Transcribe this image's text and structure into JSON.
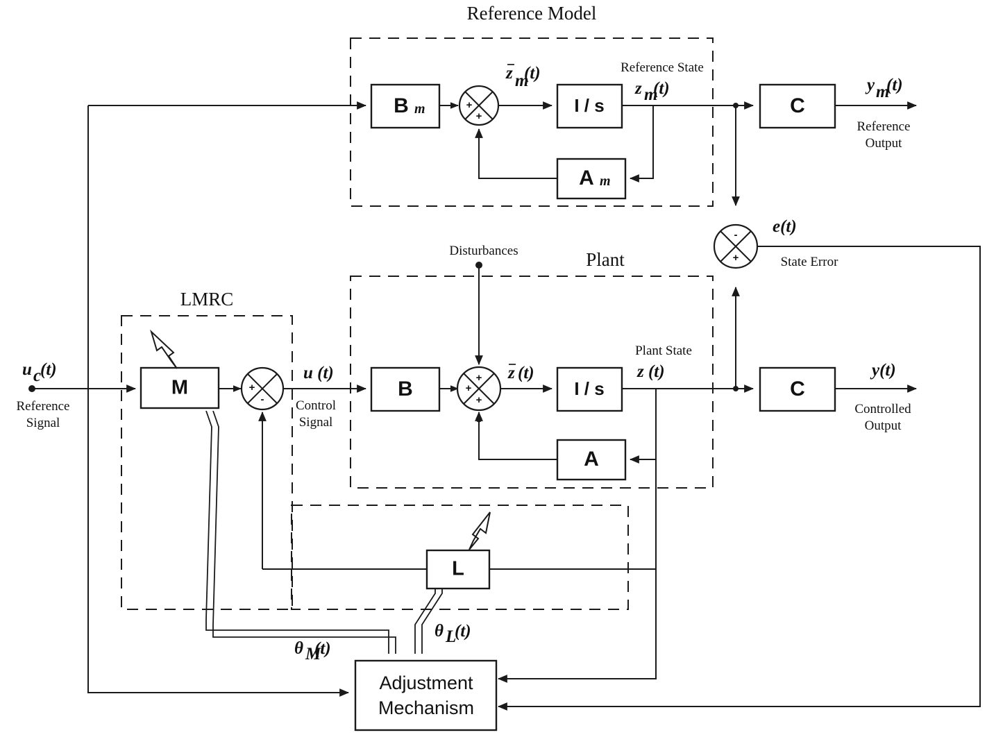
{
  "diagram": {
    "title": "Learning Model Reference Control block diagram",
    "groups": {
      "reference_model": "Reference Model",
      "plant": "Plant",
      "lmrc": "LMRC"
    },
    "blocks": {
      "bm": {
        "main": "B",
        "sub": "m"
      },
      "integrator_ref": "I / s",
      "am": {
        "main": "A",
        "sub": "m"
      },
      "c_ref": "C",
      "m": "M",
      "b": "B",
      "integrator_plant": "I / s",
      "a": "A",
      "c_plant": "C",
      "l": "L",
      "adjustment_line1": "Adjustment",
      "adjustment_line2": "Mechanism"
    },
    "signals": {
      "uc": {
        "math": "u",
        "sub": "c",
        "paren": "(t)",
        "desc_line1": "Reference",
        "desc_line2": "Signal"
      },
      "zmdot": {
        "math": "z",
        "sub": "m",
        "paren": "(t)",
        "dot": true
      },
      "zm": {
        "math": "z",
        "sub": "m",
        "paren": "(t)",
        "annot": "Reference State"
      },
      "ym": {
        "math": "y",
        "sub": "m",
        "paren": "(t)",
        "desc_line1": "Reference",
        "desc_line2": "Output"
      },
      "e": {
        "math": "e(t)",
        "desc_line1": "State Error"
      },
      "u": {
        "math": "u (t)",
        "desc_line1": "Control",
        "desc_line2": "Signal"
      },
      "zdot": {
        "math": "z",
        "paren": "(t)",
        "dot": true
      },
      "z": {
        "math": "z (t)",
        "annot": "Plant State"
      },
      "y": {
        "math": "y(t)",
        "desc_line1": "Controlled",
        "desc_line2": "Output"
      },
      "disturbances": "Disturbances",
      "theta_m": {
        "math": "θ",
        "sub": "M",
        "paren": "(t)"
      },
      "theta_l": {
        "math": "θ",
        "sub": "L",
        "paren": "(t)"
      }
    },
    "signs": {
      "ref_sum_left": "+",
      "ref_sum_bottom": "+",
      "error_sum_top": "-",
      "error_sum_bottom": "+",
      "lmrc_sum_left": "+",
      "lmrc_sum_bottom": "-",
      "plant_sum_top": "+",
      "plant_sum_left": "+",
      "plant_sum_bottom": "+"
    },
    "colors": {
      "line": "#1a1a1a",
      "background": "#ffffff",
      "block_fill": "#ffffff"
    }
  }
}
